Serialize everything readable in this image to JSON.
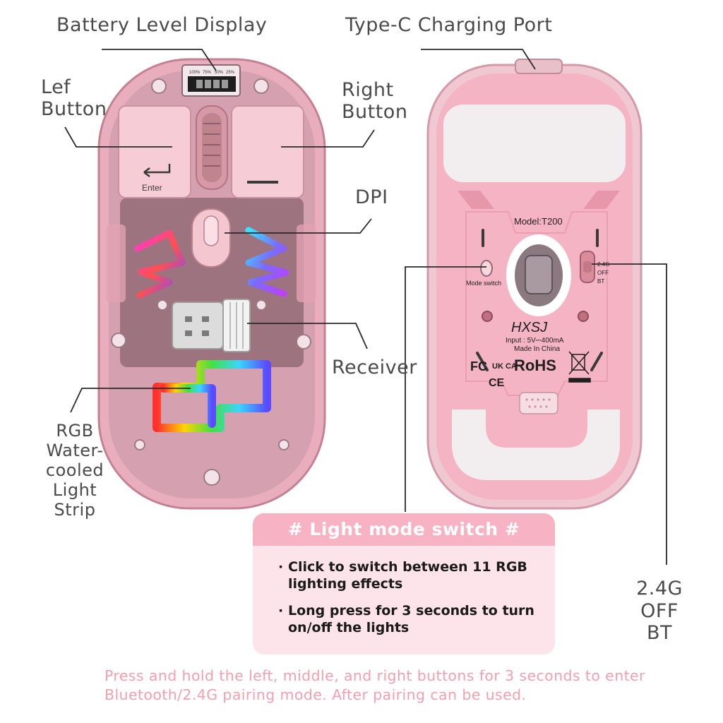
{
  "labels": {
    "battery_display": "Battery Level Display",
    "charging_port": "Type-C Charging Port",
    "left_button": "Lef\nButton",
    "right_button": "Right\nButton",
    "dpi": "DPI",
    "receiver": "Receiver",
    "rgb_strip": "RGB\nWater-\ncooled\nLight\nStrip",
    "switch_modes": "2.4G\nOFF\nBT"
  },
  "battery_scale": [
    "100%",
    "75%",
    "50%",
    "25%"
  ],
  "key_legend": "Enter",
  "bottom": {
    "model": "Model:T200",
    "mode_switch": "Mode switch",
    "switch_small": [
      "2.4G",
      "OFF",
      "BT"
    ],
    "brand": "HXSJ",
    "input": "Input : 5V⎓400mA",
    "origin": "Made In China",
    "cert_fc": "FC",
    "cert_ukca": "UK CA",
    "cert_rohs": "RoHS",
    "cert_ce": "CE"
  },
  "panel": {
    "title": "# Light mode switch #",
    "bullets": [
      "Click to switch between 11 RGB lighting effects",
      "Long press for 3 seconds to turn on/off the lights"
    ]
  },
  "note": "Press and hold the left, middle, and right buttons for 3 seconds to enter Bluetooth/2.4G pairing mode. After pairing can be used.",
  "colors": {
    "shell": "#f4c9d3",
    "panel_bg": "#fce4ea",
    "panel_head": "#f7b3c4",
    "note_text": "#f2a0b0"
  }
}
